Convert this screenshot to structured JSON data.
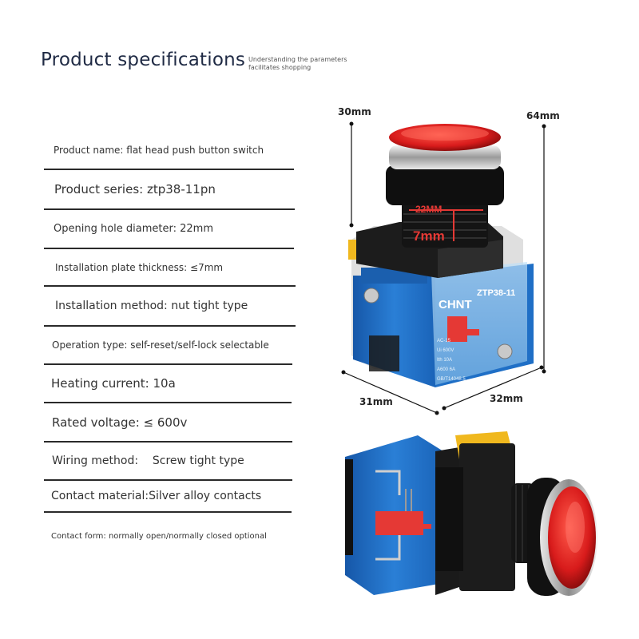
{
  "header": {
    "title": "Product specifications",
    "subtitle": "Understanding the parameters facilitates shopping"
  },
  "specs": [
    {
      "text": "Product name: flat head push button switch"
    },
    {
      "text": "Product series: ztp38-11pn"
    },
    {
      "text": "Opening hole diameter: 22mm"
    },
    {
      "text": "Installation plate thickness: ≤7mm"
    },
    {
      "text": "Installation method: nut tight type"
    },
    {
      "text": "Operation type: self-reset/self-lock selectable"
    },
    {
      "text": "Heating current: 10a"
    },
    {
      "text": "Rated voltage: ≤ 600v"
    },
    {
      "text": "Wiring method:    Screw tight type"
    },
    {
      "text": "Contact material:Silver alloy contacts"
    },
    {
      "text": "Contact form: normally open/normally closed optional"
    }
  ],
  "dimensions": {
    "height_cap": "30mm",
    "height_total": "64mm",
    "hole_diameter": "22MM",
    "plate_thickness": "7mm",
    "depth": "31mm",
    "width": "32mm"
  },
  "product_markings": {
    "brand": "CHNT",
    "model": "ZTP38-11",
    "rating_lines": [
      "AC-15",
      "Ui 600V",
      "Ith 10A",
      "A600 6A",
      "GB/T14048.5"
    ]
  },
  "colors": {
    "button_red": "#d81b1b",
    "housing_blue": "#1f6fc6",
    "bracket_yellow": "#f0b81e",
    "accent_red": "#e53935",
    "title_color": "#1f2a44"
  }
}
